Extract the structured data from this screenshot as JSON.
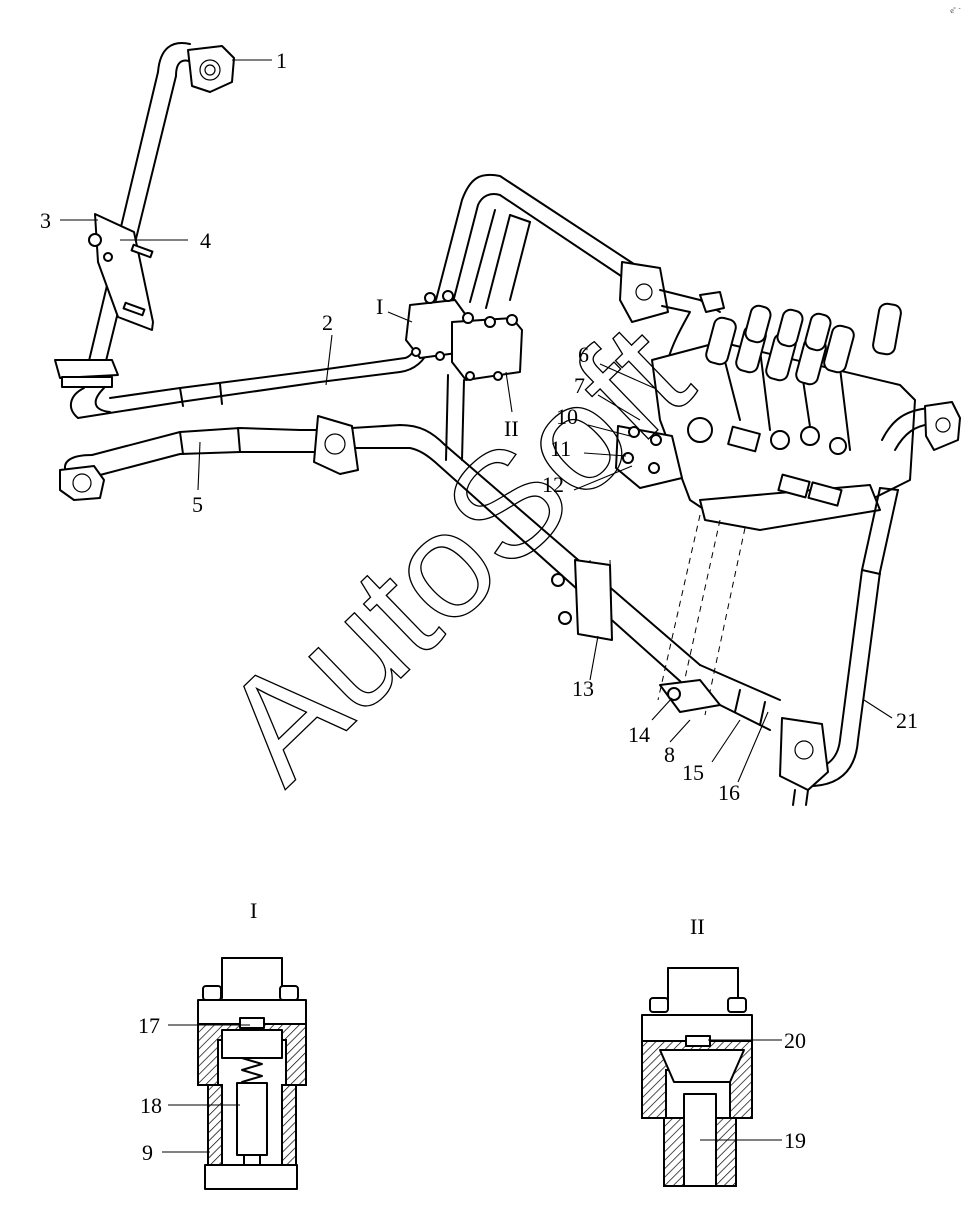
{
  "labels": {
    "l1": "1",
    "l2": "2",
    "l3": "3",
    "l4": "4",
    "l5": "5",
    "l6": "6",
    "l7": "7",
    "l8": "8",
    "l9": "9",
    "l10": "10",
    "l11": "11",
    "l12": "12",
    "l13": "13",
    "l14": "14",
    "l15": "15",
    "l16": "16",
    "l17": "17",
    "l18": "18",
    "l19": "19",
    "l20": "20",
    "l21": "21"
  },
  "detail_markers": {
    "detail_I": "I",
    "detail_II": "II"
  },
  "detail_titles": {
    "detail_I": "I",
    "detail_II": "II"
  },
  "watermark": "AutoSoft",
  "corner_mark": "e° -"
}
